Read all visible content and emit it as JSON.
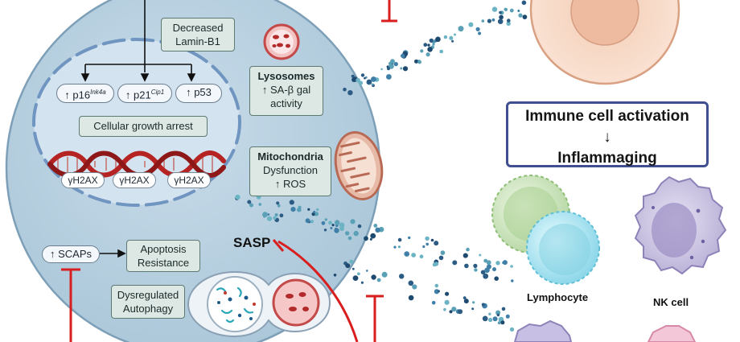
{
  "cell": {
    "lamin": [
      "Decreased",
      "Lamin-B1"
    ],
    "markers": [
      {
        "symbol": "↑",
        "name": "p16",
        "sup": "Ink4a"
      },
      {
        "symbol": "↑",
        "name": "p21",
        "sup": "Cip1"
      },
      {
        "symbol": "↑",
        "name": "p53",
        "sup": ""
      }
    ],
    "growth_arrest": "Cellular growth arrest",
    "dna_labels": [
      "γH2AX",
      "γH2AX",
      "γH2AX"
    ],
    "lysosomes": {
      "title": "Lysosomes",
      "lines": [
        "↑ SA-β gal",
        "activity"
      ]
    },
    "mitochondria": {
      "title": "Mitochondria",
      "lines": [
        "Dysfunction",
        "↑ ROS"
      ]
    },
    "scaps": "↑ SCAPs",
    "apoptosis": [
      "Apoptosis",
      "Resistance"
    ],
    "autophagy": [
      "Dysregulated",
      "Autophagy"
    ]
  },
  "sasp": "SASP",
  "immune": {
    "line1": "Immune cell activation",
    "arrow": "↓",
    "line2": "Inflammaging"
  },
  "cells": {
    "lymphocyte": "Lymphocyte",
    "nk": "NK cell"
  },
  "colors": {
    "cell_fill": "#b7d0df",
    "nucleus_fill": "#cfe0ef",
    "inhibit": "#d81e1e",
    "dots": "#2c5c84"
  }
}
